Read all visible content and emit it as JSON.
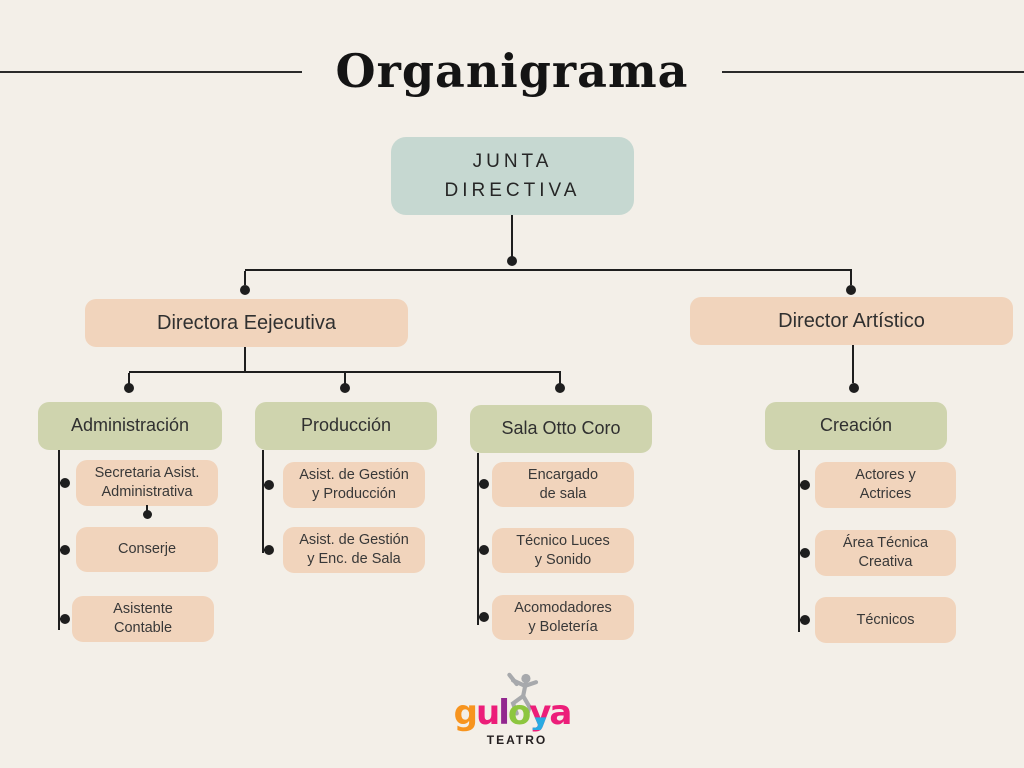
{
  "title": "Organigrama",
  "colors": {
    "background": "#f3efe8",
    "line": "#1e1e1e",
    "teal_box": "#c6d8d1",
    "peach_box": "#f1d4bc",
    "green_box": "#cfd4ae"
  },
  "root": {
    "label": "JUNTA\nDIRECTIVA"
  },
  "branches": [
    {
      "label": "Directora Eejecutiva"
    },
    {
      "label": "Director Artístico"
    }
  ],
  "departments": [
    {
      "label": "Administración",
      "children": [
        {
          "label": "Secretaria Asist.\nAdministrativa"
        },
        {
          "label": "Conserje"
        },
        {
          "label": "Asistente\nContable"
        }
      ]
    },
    {
      "label": "Producción",
      "children": [
        {
          "label": "Asist. de Gestión\ny Producción"
        },
        {
          "label": "Asist. de Gestión\ny Enc. de Sala"
        }
      ]
    },
    {
      "label": "Sala Otto Coro",
      "children": [
        {
          "label": "Encargado\nde sala"
        },
        {
          "label": "Técnico Luces\ny Sonido"
        },
        {
          "label": "Acomodadores\ny Boletería"
        }
      ]
    },
    {
      "label": "Creación",
      "children": [
        {
          "label": "Actores y\nActrices"
        },
        {
          "label": "Área Técnica\nCreativa"
        },
        {
          "label": "Técnicos"
        }
      ]
    }
  ],
  "logo": {
    "letters": [
      {
        "char": "g",
        "color": "#f7941e"
      },
      {
        "char": "u",
        "color": "#ec1e79"
      },
      {
        "char": "l",
        "color": "#92278f"
      },
      {
        "char": "o",
        "color": "#8dc63f"
      },
      {
        "char": "y",
        "color": "#ec1e79"
      },
      {
        "char": "a",
        "color": "#ec1e79"
      }
    ],
    "o_center_color": "#1b3e6f",
    "y_descender_color": "#29abe2",
    "figure_color": "#a7a9ac",
    "tagline": "TEATRO",
    "tagline_color": "#231f20"
  }
}
